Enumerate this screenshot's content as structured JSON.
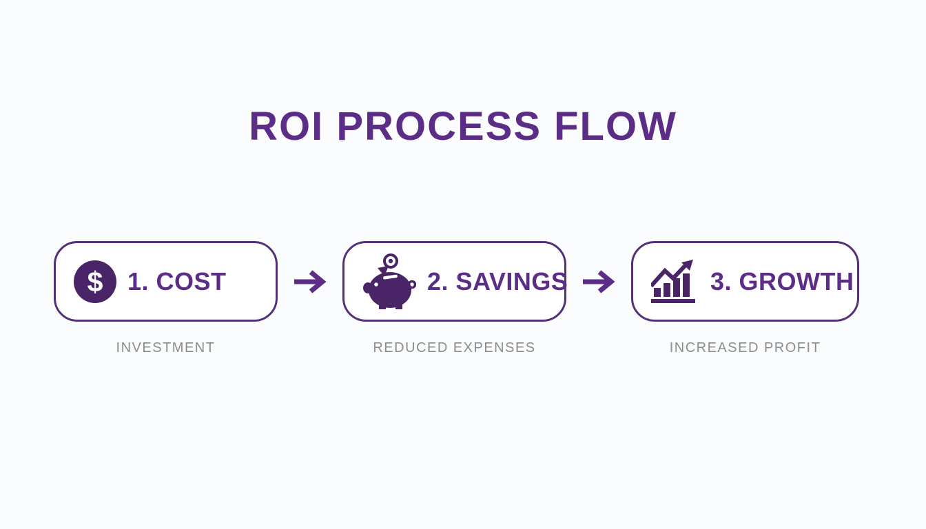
{
  "title": "ROI PROCESS FLOW",
  "colors": {
    "background": "#fbfcfd",
    "title_color": "#5b2d87",
    "box_border": "#543078",
    "box_label": "#5b2d87",
    "icon_color": "#492467",
    "arrow_color": "#5b2d87",
    "caption_color": "#8b8d8e",
    "box_fill": "#ffffff"
  },
  "steps": [
    {
      "label": "1. COST",
      "caption": "INVESTMENT",
      "icon": "dollar-coin-icon"
    },
    {
      "label": "2. SAVINGS",
      "caption": "REDUCED EXPENSES",
      "icon": "piggy-bank-icon"
    },
    {
      "label": "3. GROWTH",
      "caption": "INCREASED PROFIT",
      "icon": "growth-chart-icon"
    }
  ],
  "connector": {
    "glyph": "arrow-right"
  }
}
